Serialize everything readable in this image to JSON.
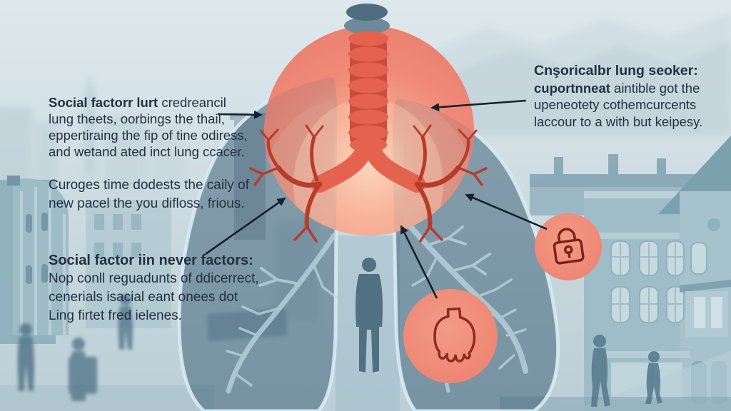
{
  "document": {
    "type": "medical-infographic",
    "subject": "lungs illustration over a city background with annotation callouts"
  },
  "annotations": {
    "top_left": {
      "lead_bold": "Social factorr lurt",
      "lead_rest": " credreancil",
      "line2": "lung theets, oorbings the thail,",
      "line3": "eppertiraing the fip of tine odiress,",
      "line4": "and wetand ated inct lung ccacer."
    },
    "mid_left": {
      "line1": "Curoges time dodests the caily of",
      "line2": "new pacel the you difloss, frious."
    },
    "bottom_left": {
      "heading": "Social factor iin never factors:",
      "line1": "Nop conll reguadunts of ddicerrect,",
      "line2": "cenerials isacial eant onees dot",
      "line3": "Ling firtet fred ielenes."
    },
    "right": {
      "heading": "Cnşoricalbr lung seoker:",
      "lead_bold": "cuportnneat",
      "lead_rest": " aintible got the",
      "line2": "upeneotety cothemcurcents",
      "line3": "laccour to a with but keipesy."
    }
  },
  "icons": {
    "padlock": "padlock-icon",
    "fist": "fist-icon",
    "lungs": "lungs-illustration",
    "trachea": "trachea-illustration"
  },
  "colors": {
    "highlight_salmon": "#ef8a78",
    "trachea_red": "#e5634e",
    "trachea_gap_red": "#c94d39",
    "bronchi_dark_red": "#b83c2b",
    "larynx_gray_blue": "#4e6e80",
    "lung_overlay_blue": "#3f6880",
    "lung_outline_light": "#d8ebf2",
    "city_teal": "#9fbdc8",
    "arrow_dark": "#15212d",
    "text_dark": "#243140",
    "sky": "#d3e0e5"
  }
}
